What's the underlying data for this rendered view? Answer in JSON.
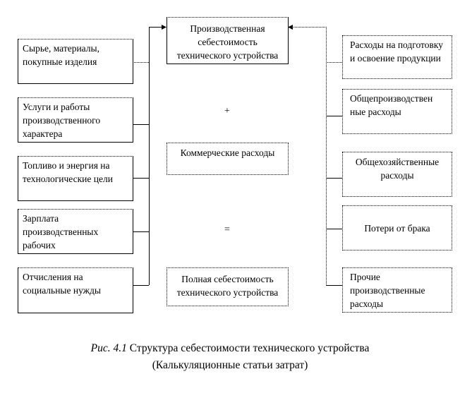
{
  "left_items": [
    "Сырье, материалы, покупные изделия",
    "Услуги и работы производственного характера",
    "Топливо и энергия на технологические цели",
    "Зарплата производственных рабочих",
    "Отчисления на социальные нужды"
  ],
  "center": {
    "top": "Производственная себестоимость технического устройства",
    "plus": "+",
    "middle": "Коммерческие расходы",
    "equals": "=",
    "bottom": "Полная себестоимость технического устройства"
  },
  "right_items": [
    "Расходы на подготовку и освоение продукции",
    "Общепроизводствен ные расходы",
    "Общехозяйственные расходы",
    "Потери от брака",
    "Прочие производственные расходы"
  ],
  "caption": {
    "label": "Рис. 4.1",
    "line1": "Структура себестоимости технического устройства",
    "line2": "(Калькуляционные статьи затрат)"
  }
}
